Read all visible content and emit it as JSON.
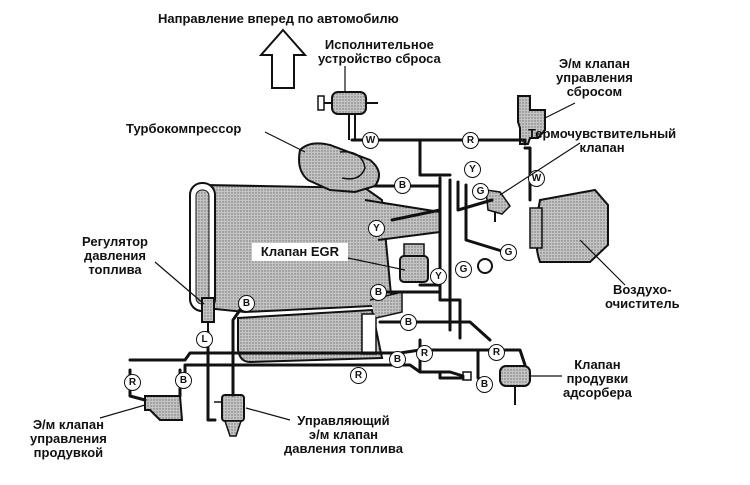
{
  "title": "Направление вперед по автомобилю",
  "labels": {
    "reset_actuator": "Исполнительное\nустройство сброса",
    "reset_valve": "Э/м клапан\nуправления\nсбросом",
    "turbo": "Турбокомпрессор",
    "thermo_valve": "Термочувствительный\nклапан",
    "fuel_regulator": "Регулятор\nдавления\nтоплива",
    "egr_valve": "Клапан EGR",
    "air_cleaner": "Воздухо-\nочиститель",
    "purge_valve": "Клапан\nпродувки\nадсорбера",
    "purge_control": "Э/м клапан\nуправления\nпродувкой",
    "fuel_pressure_control": "Управляющий\nэ/м клапан\nдавления топлива"
  },
  "hose_tags": {
    "W": "W",
    "R": "R",
    "B": "B",
    "Y": "Y",
    "G": "G",
    "L": "L"
  },
  "colors": {
    "ink": "#111111",
    "component_fill": "#b9b9b9",
    "background": "#ffffff"
  }
}
